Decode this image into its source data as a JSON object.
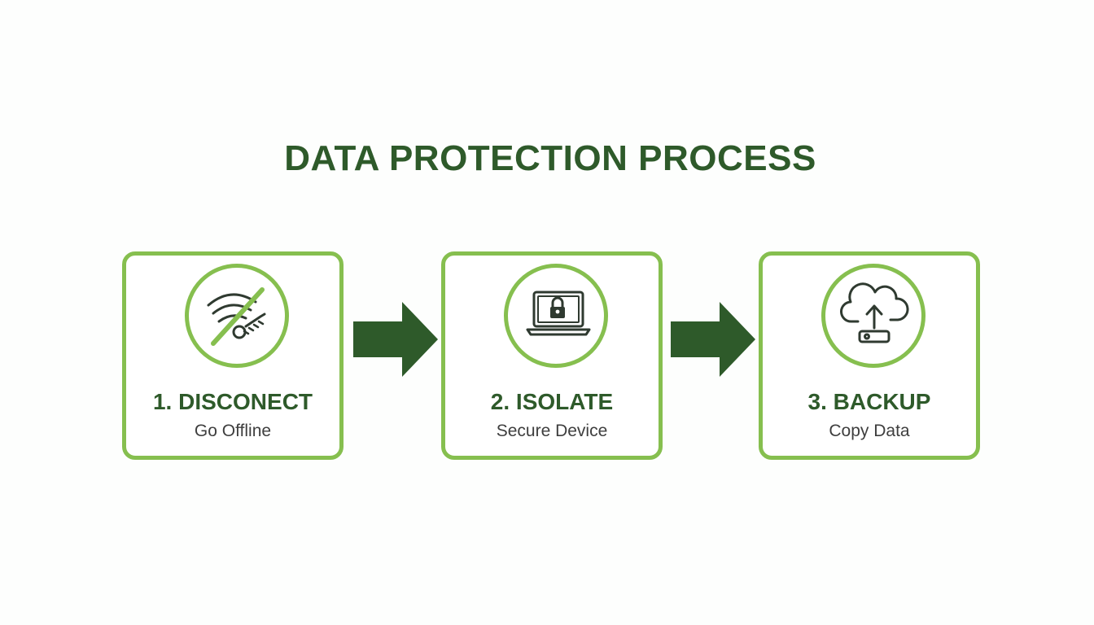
{
  "title": "DATA PROTECTION PROCESS",
  "colors": {
    "title": "#2e5a2a",
    "border_accent": "#86bf4f",
    "arrow": "#2e5a2a",
    "icon_stroke": "#2f3a30",
    "subtitle": "#3e3e3e"
  },
  "steps": [
    {
      "title": "1. DISCONECT",
      "subtitle": "Go Offline",
      "icon": "wifi-off-icon"
    },
    {
      "title": "2. ISOLATE",
      "subtitle": "Secure Device",
      "icon": "locked-laptop-icon"
    },
    {
      "title": "3. BACKUP",
      "subtitle": "Copy Data",
      "icon": "cloud-upload-icon"
    }
  ]
}
